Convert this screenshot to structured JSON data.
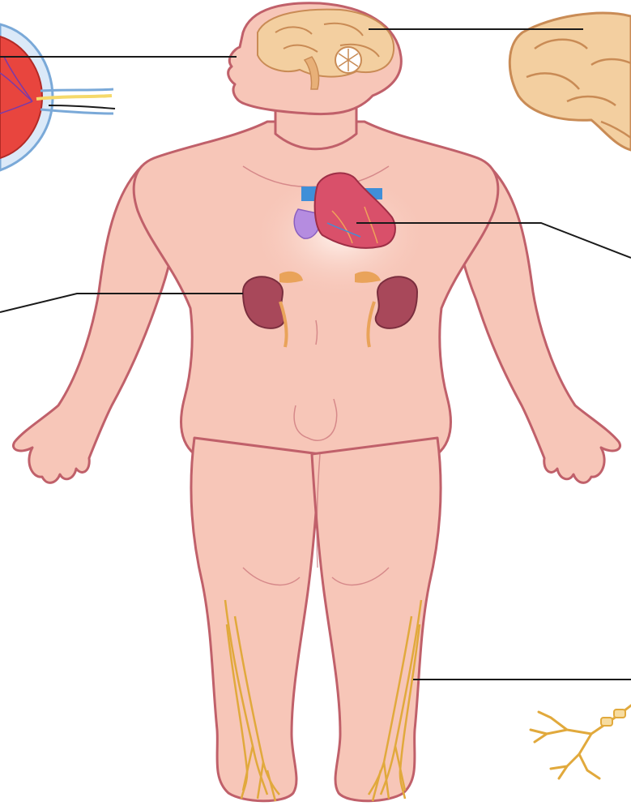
{
  "diagram": {
    "colors": {
      "background": "#ffffff",
      "skin": "#f7c6b8",
      "skin_light": "#fbd9ce",
      "outline": "#c0606a",
      "brain": "#f3cfa0",
      "brain_fold": "#d79a62",
      "heart": "#d9506a",
      "heart_vessel_blue": "#3f8fd8",
      "heart_purple": "#b58ce0",
      "kidney": "#a8485a",
      "adrenal": "#e9a35a",
      "nerve": "#e1a93c",
      "eye_red": "#e8453e",
      "eye_ring": "#7aa9d8",
      "leader_line": "#1a1a1a"
    },
    "parts": [
      {
        "id": "brain",
        "icon": "brain-icon"
      },
      {
        "id": "eye",
        "icon": "eye-icon"
      },
      {
        "id": "heart",
        "icon": "heart-icon"
      },
      {
        "id": "kidneys",
        "icon": "kidney-icon"
      },
      {
        "id": "peripheral-nerves",
        "icon": "nerve-icon"
      },
      {
        "id": "neuron",
        "icon": "neuron-icon"
      }
    ]
  }
}
